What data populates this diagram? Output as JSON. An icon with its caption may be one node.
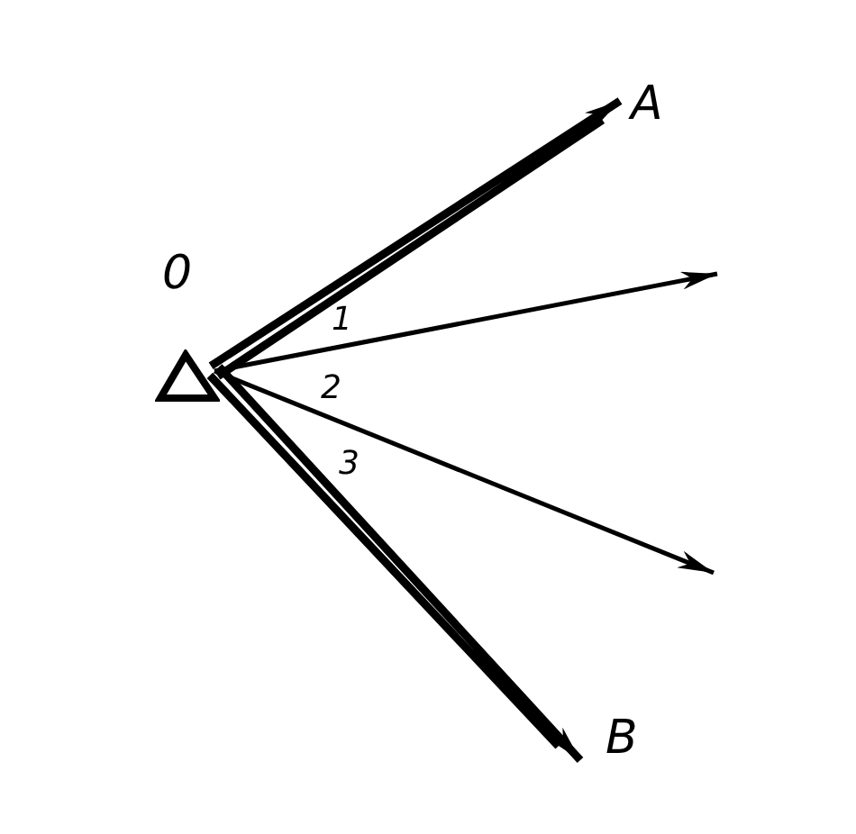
{
  "diagram": {
    "nodes": [
      {
        "text": [
          "0"
        ]
      },
      {
        "text": [
          "A"
        ]
      },
      {
        "text": [
          "B"
        ]
      }
    ],
    "edges": [
      {
        "from": 0,
        "to": 1,
        "arrow": "to",
        "style": "thick"
      },
      {
        "from": 0,
        "to": null,
        "arrow": "to"
      },
      {
        "from": 0,
        "to": null,
        "arrow": "to"
      },
      {
        "from": 0,
        "to": 2,
        "arrow": "to",
        "style": "thick"
      }
    ],
    "labels": [
      "1",
      "2",
      "3"
    ]
  }
}
